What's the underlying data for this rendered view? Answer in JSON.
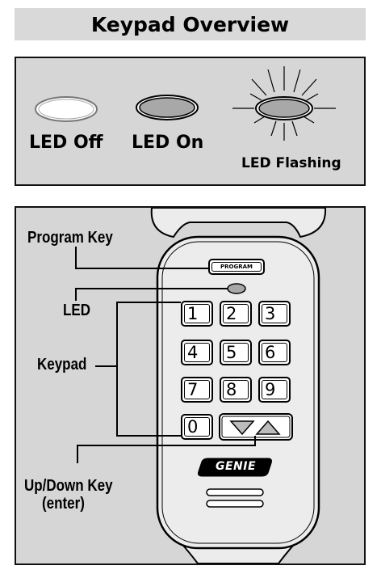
{
  "title": "Keypad Overview",
  "led_states": [
    {
      "label": "LED Off"
    },
    {
      "label": "LED On"
    },
    {
      "label": "LED Flashing"
    }
  ],
  "callouts": {
    "program_key": "Program Key",
    "led": "LED",
    "keypad": "Keypad",
    "updown_key": "Up/Down Key",
    "updown_key_sub": "(enter)"
  },
  "keypad": {
    "program_label": "PROGRAM",
    "keys": [
      "1",
      "2",
      "3",
      "4",
      "5",
      "6",
      "7",
      "8",
      "9",
      "0"
    ],
    "brand": "GENIE"
  },
  "colors": {
    "panel_bg": "#d6d6d6",
    "title_bg": "#d9d9d9",
    "device_body": "#ececec",
    "led_on": "#a8a8a8"
  }
}
